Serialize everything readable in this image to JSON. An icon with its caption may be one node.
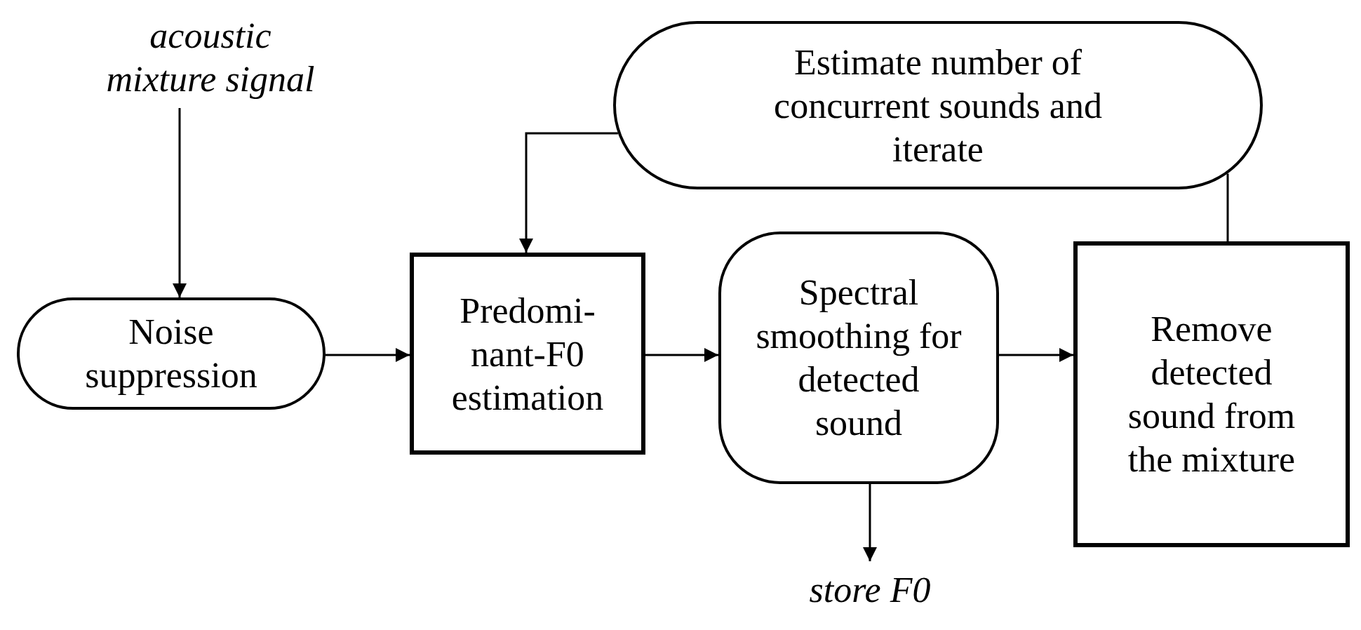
{
  "diagram": {
    "nodes": [
      {
        "text": [
          "acoustic mixture signal"
        ]
      },
      {
        "text": [
          "Noise suppression"
        ]
      },
      {
        "text": [
          "Predomi- nant-F0 estimation"
        ]
      },
      {
        "text": [
          "Spectral smoothing for detected sound"
        ]
      },
      {
        "text": [
          "Remove detected sound from the mixture"
        ]
      },
      {
        "text": [
          "Estimate number of concurrent sounds and iterate"
        ]
      },
      {
        "text": [
          "store F0"
        ]
      }
    ],
    "edges": [
      {
        "from": 0,
        "to": 1,
        "arrow": "to"
      },
      {
        "from": 1,
        "to": 2,
        "arrow": "to"
      },
      {
        "from": 2,
        "to": 3,
        "arrow": "to"
      },
      {
        "from": 3,
        "to": 4,
        "arrow": "to"
      },
      {
        "from": 4,
        "to": 5,
        "arrow": "none"
      },
      {
        "from": 5,
        "to": 2,
        "arrow": "to"
      },
      {
        "from": 3,
        "to": 6,
        "arrow": "to"
      }
    ]
  }
}
